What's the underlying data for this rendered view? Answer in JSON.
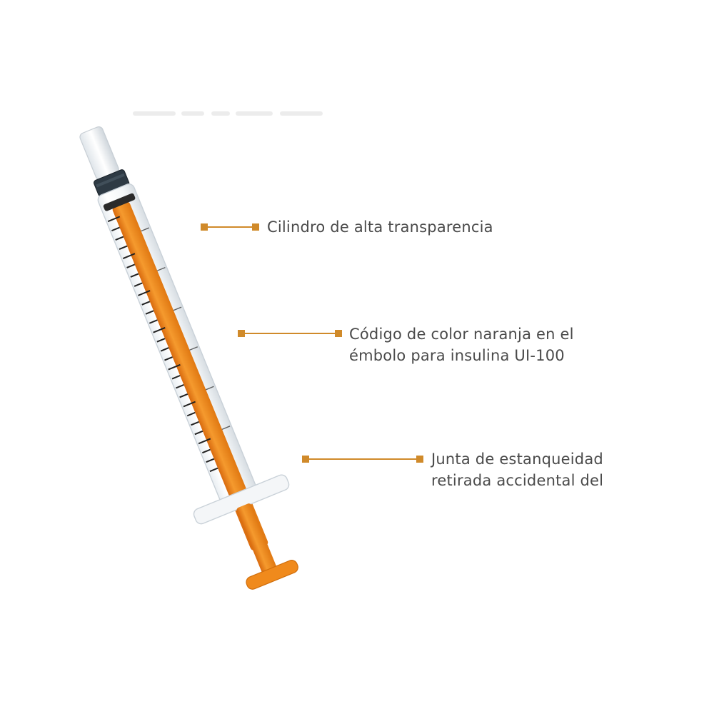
{
  "callouts": [
    {
      "lines": [
        "Cilindro de alta transparencia"
      ]
    },
    {
      "lines": [
        "Código de color naranja en el",
        "émbolo para insulina UI-100"
      ]
    },
    {
      "lines": [
        "Junta de estanqueidad",
        "retirada accidental del"
      ]
    }
  ],
  "colors": {
    "accent": "#d08a2a",
    "plunger_orange": "#f08a1c",
    "text": "#4a4a4a"
  },
  "icons": [
    "insulin-syringe-illustration"
  ]
}
